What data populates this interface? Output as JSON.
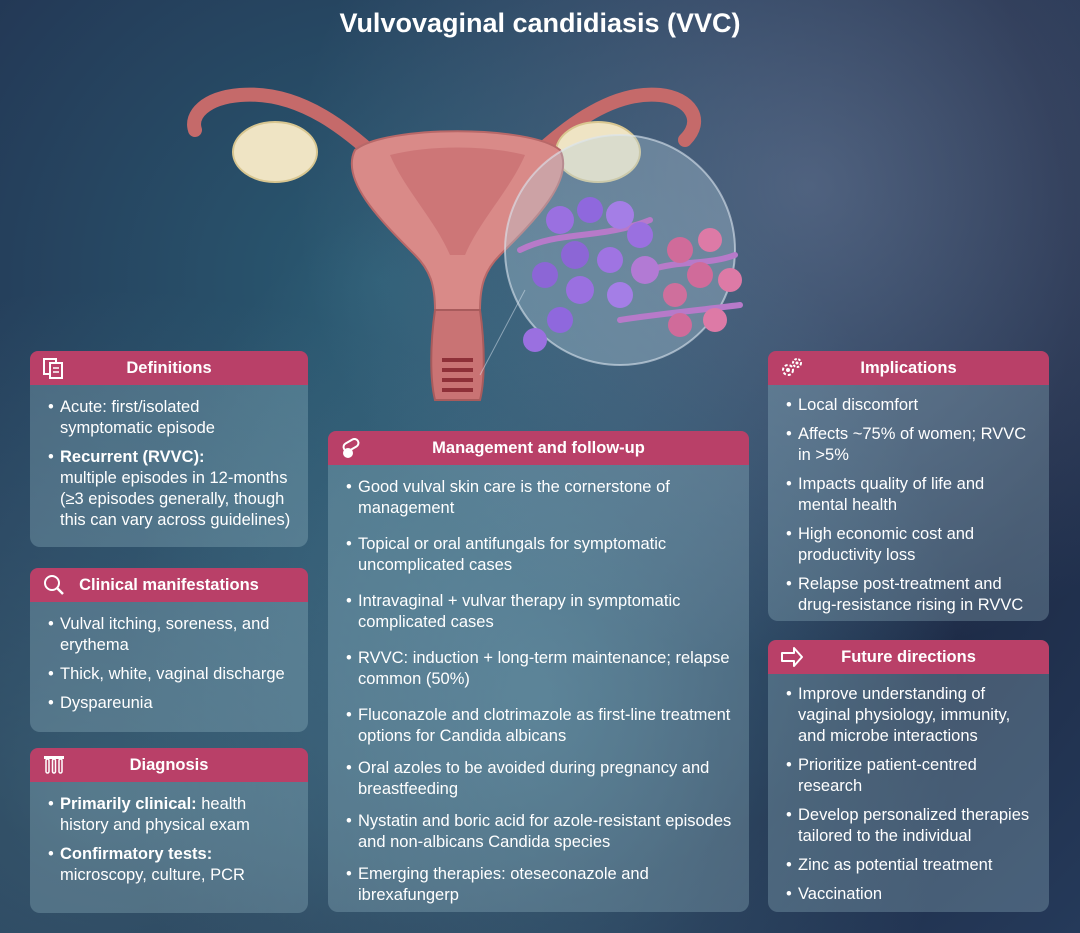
{
  "title": "Vulvovaginal candidiasis (VVC)",
  "colors": {
    "header": "#b94068",
    "card": "rgba(170,205,215,0.28)"
  },
  "definitions": {
    "header": "Definitions",
    "icon": "documents-icon",
    "acute": "Acute: first/isolated symptomatic episode",
    "recurrent_bold": "Recurrent (RVVC):",
    "recurrent_rest": "multiple episodes in 12-months (≥3 episodes generally, though this can vary across guidelines)"
  },
  "clinical": {
    "header": "Clinical manifestations",
    "icon": "magnifier-icon",
    "items": [
      "Vulval itching, soreness, and erythema",
      "Thick, white, vaginal discharge",
      "Dyspareunia"
    ]
  },
  "diagnosis": {
    "header": "Diagnosis",
    "icon": "test-tubes-icon",
    "item1_bold": "Primarily clinical:",
    "item1_rest": " health history and physical exam",
    "item2_bold": "Confirmatory tests:",
    "item2_rest": " microscopy, culture, PCR"
  },
  "management": {
    "header": "Management and follow-up",
    "icon": "pills-icon",
    "items": [
      "Good vulval skin care is the cornerstone of management",
      "Topical or oral antifungals for symptomatic uncomplicated cases",
      "Intravaginal + vulvar therapy in symptomatic complicated cases",
      "RVVC: induction + long-term maintenance; relapse common (50%)",
      "Fluconazole and clotrimazole as first-line treatment options for Candida albicans",
      "Oral azoles to be avoided during pregnancy and breastfeeding",
      "Nystatin and boric acid for azole-resistant episodes and non-albicans Candida species",
      "Emerging therapies: oteseconazole and ibrexafungerp"
    ]
  },
  "implications": {
    "header": "Implications",
    "icon": "gears-icon",
    "items": [
      "Local discomfort",
      "Affects ~75% of women; RVVC in >5%",
      "Impacts quality of life and mental health",
      "High economic cost and productivity loss",
      "Relapse post-treatment and drug-resistance rising in RVVC"
    ]
  },
  "future": {
    "header": "Future directions",
    "icon": "arrow-right-icon",
    "items": [
      "Improve understanding of vaginal physiology, immunity, and microbe interactions",
      "Prioritize patient-centred research",
      "Develop personalized therapies tailored to the individual",
      "Zinc as potential treatment",
      "Vaccination"
    ]
  }
}
